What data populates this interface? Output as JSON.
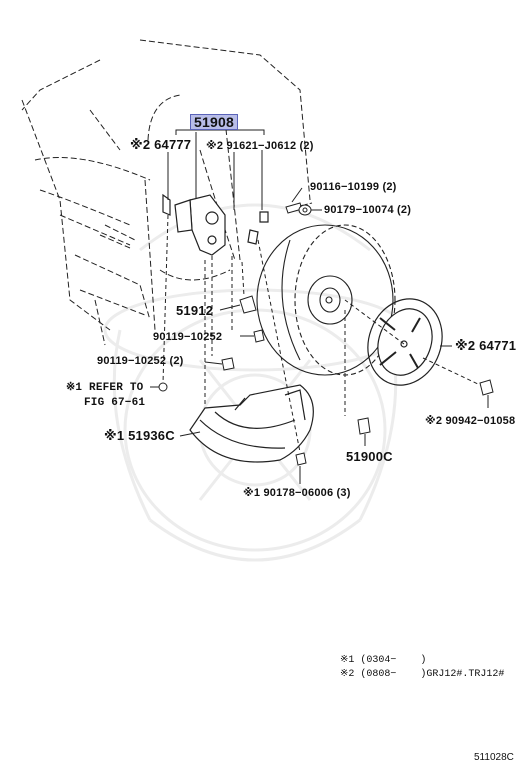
{
  "parts": {
    "main": "51908",
    "p64777": "※2 64777",
    "p91621": "※2 91621−J0612 (2)",
    "p90116": "90116−10199 (2)",
    "p90179": "90179−10074 (2)",
    "p51912": "51912",
    "p90119a": "90119−10252",
    "p90119b": "90119−10252 (2)",
    "p64771": "※2 64771",
    "p90942": "※2 90942−01058",
    "p51936c": "※1 51936C",
    "p51900c": "51900C",
    "p90178": "※1 90178−06006 (3)"
  },
  "note": {
    "line1": "※1 REFER TO",
    "line2": "FIG 67−61"
  },
  "legend": {
    "line1": "※1 (0304−    )",
    "line2": "※2 (0808−    )GRJ12#.TRJ12#"
  },
  "figure_number": "511028C",
  "colors": {
    "highlight": "#b8bde8",
    "line": "#222222",
    "watermark": "#ececec"
  }
}
